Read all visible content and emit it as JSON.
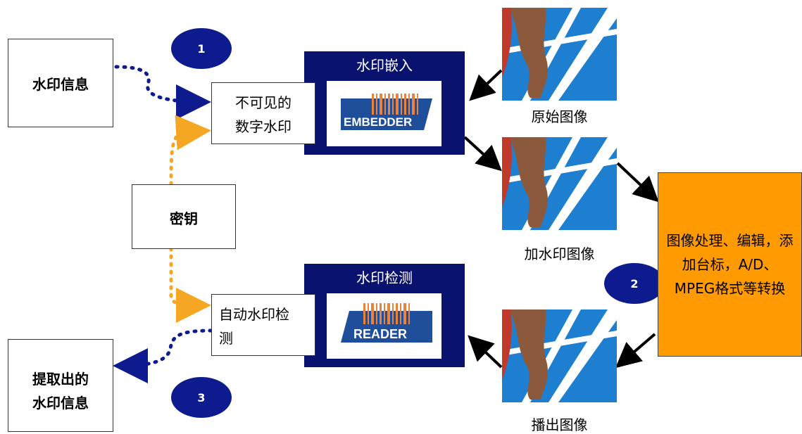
{
  "watermark_info": "水印信息",
  "key": "密钥",
  "extracted_info_line1": "提取出的",
  "extracted_info_line2": "水印信息",
  "invisible_watermark_line1": "不可见的",
  "invisible_watermark_line2": "数字水印",
  "auto_detect_line1": "自动水印检",
  "auto_detect_line2": "测",
  "embed_title": "水印嵌入",
  "detect_title": "水印检测",
  "embedder_logo": "EMBEDDER",
  "reader_logo": "READER",
  "original_image_caption": "原始图像",
  "watermarked_image_caption": "加水印图像",
  "broadcast_image_caption": "播出图像",
  "processing_text": "图像处理、编辑，添加台标，A/D、 MPEG格式等转换",
  "steps": [
    "1",
    "2",
    "3"
  ],
  "colors": {
    "navy": "#0a1270",
    "orange": "#ff9a00",
    "dot_blue": "#0d1b8e",
    "dot_orange": "#f5a623"
  }
}
